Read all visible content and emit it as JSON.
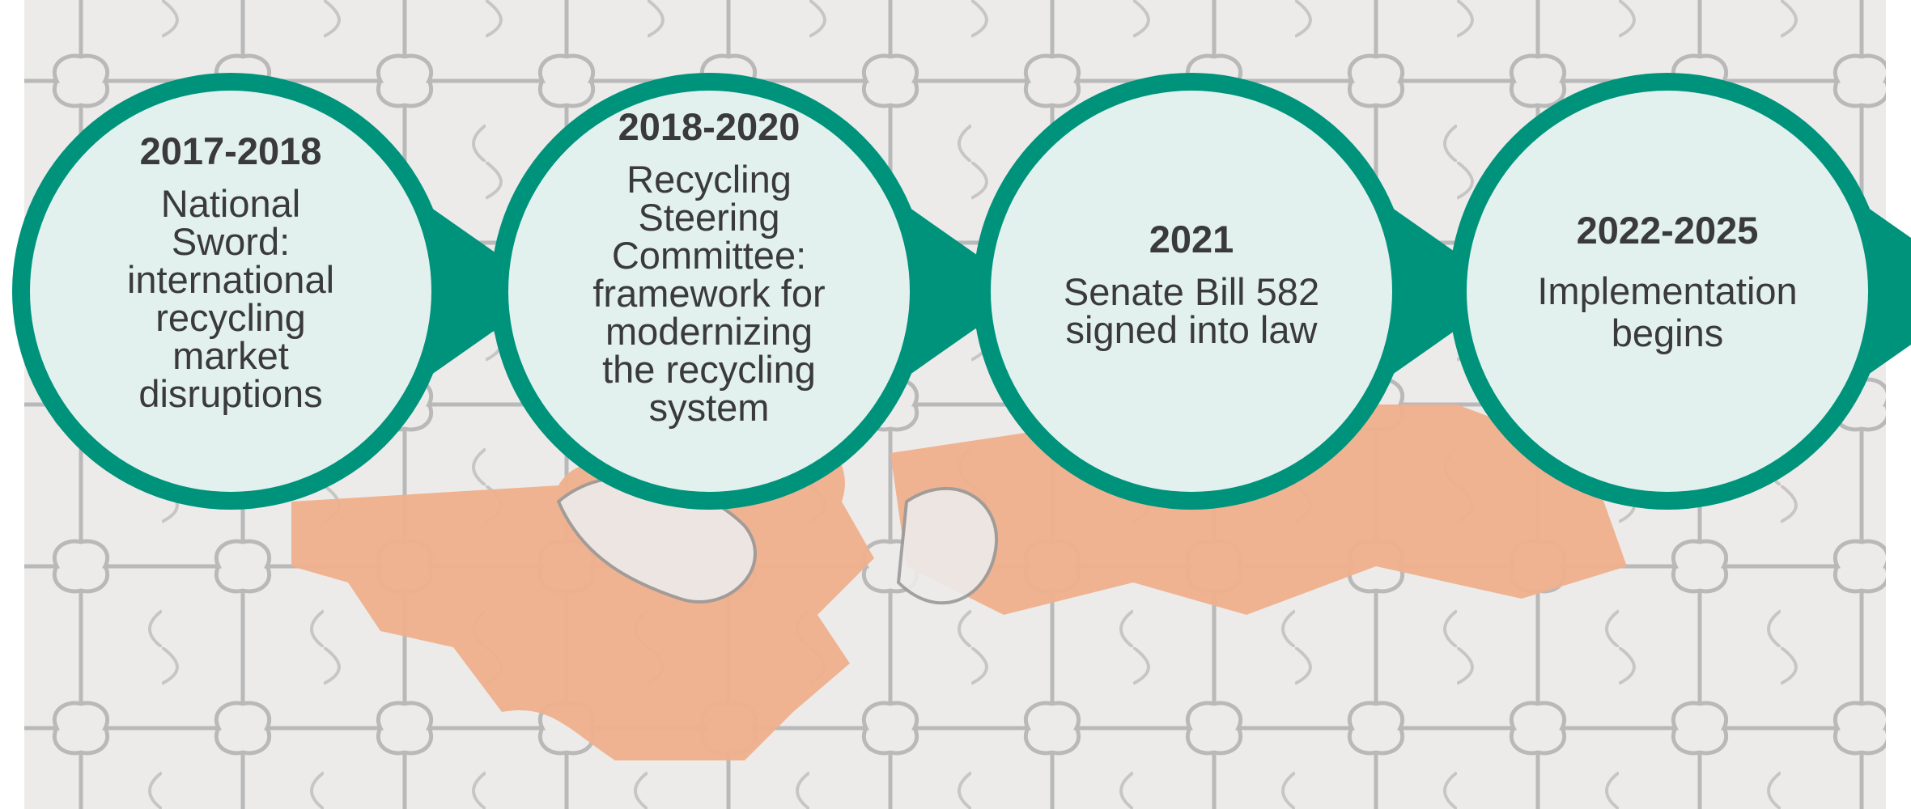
{
  "colors": {
    "teal": "#00937c",
    "circle_fill": "#e2f1ee",
    "text": "#3a3a3a",
    "background_board": "#ecebea",
    "background_gap": "#f0b08c"
  },
  "background": {
    "description_icon": "puzzle-pieces-background"
  },
  "stages": [
    {
      "period": "2017-2018",
      "lines": [
        "National",
        "Sword:",
        "international",
        "recycling",
        "market",
        "disruptions"
      ]
    },
    {
      "period": "2018-2020",
      "lines": [
        "Recycling",
        "Steering",
        "Committee:",
        "framework for",
        "modernizing",
        "the recycling",
        "system"
      ]
    },
    {
      "period": "2021",
      "lines": [
        "Senate Bill 582",
        "signed into law"
      ]
    },
    {
      "period": "2022-2025",
      "lines": [
        "Implementation",
        "begins"
      ]
    }
  ]
}
